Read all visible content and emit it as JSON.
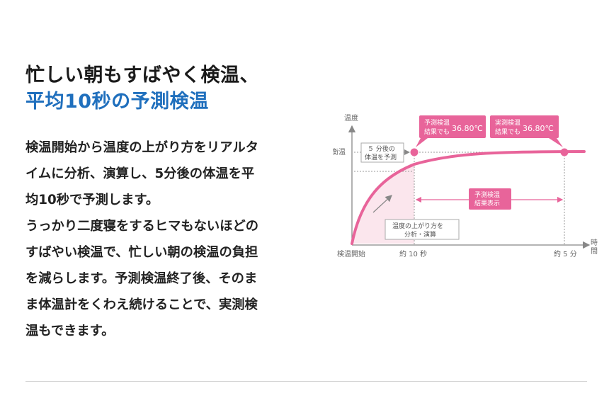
{
  "headline": {
    "line1": "忙しい朝もすばやく検温、",
    "line2": "平均10秒の予測検温"
  },
  "description": {
    "lines": [
      "検温開始から温度の上がり方をリアルタ",
      "イムに分析、演算し、5分後の体温を平",
      "均10秒で予測します。",
      "うっかり二度寝をするヒマもないほどの",
      "すばやい検温で、忙しい朝の検温の負担",
      "を減らします。予測検温終了後、そのま",
      "ま体温計をくわえ続けることで、実測検",
      "温もできます。"
    ]
  },
  "colors": {
    "accent_pink": "#e8649a",
    "headline_blue": "#1f6fbd",
    "axis_gray": "#888888"
  },
  "diagram": {
    "y_axis_label": "温度",
    "x_axis_label": "時間",
    "y_tick_label": "平衡温",
    "x_labels": {
      "start": "検温開始",
      "ten_sec": "約 10 秒",
      "five_min": "約 5 分"
    },
    "box_predict_at_10s": {
      "line1": "５ 分後の",
      "line2": "体温を予測"
    },
    "box_analysis": {
      "line1": "温度の上がり方を",
      "line2": "分析・演算"
    },
    "callout_predicted": {
      "line1": "予測検温",
      "line2": "結果でも",
      "value": "36.80℃"
    },
    "callout_measured": {
      "line1": "実測検温",
      "line2": "結果でも",
      "value": "36.80℃"
    },
    "callout_display": {
      "line1": "予測検温",
      "line2": "結果表示"
    }
  }
}
